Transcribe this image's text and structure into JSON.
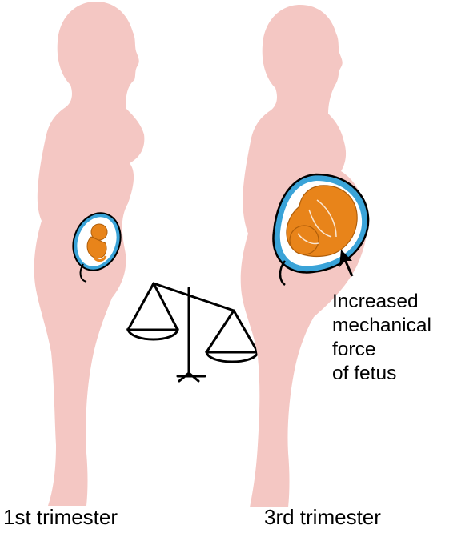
{
  "figure": {
    "captions": {
      "first": "1st trimester",
      "third": "3rd trimester"
    },
    "annotation": {
      "lines": [
        "Increased",
        "mechanical",
        "force",
        "of fetus"
      ]
    }
  },
  "colors": {
    "body": "#f4c7c3",
    "uterus_rim": "#3aa3d8",
    "uterus_fill": "#ffffff",
    "fetus": "#e8841a",
    "outline": "#000000"
  },
  "icons": {
    "scale": "balance-scale-icon",
    "arrow": "arrow-icon"
  }
}
